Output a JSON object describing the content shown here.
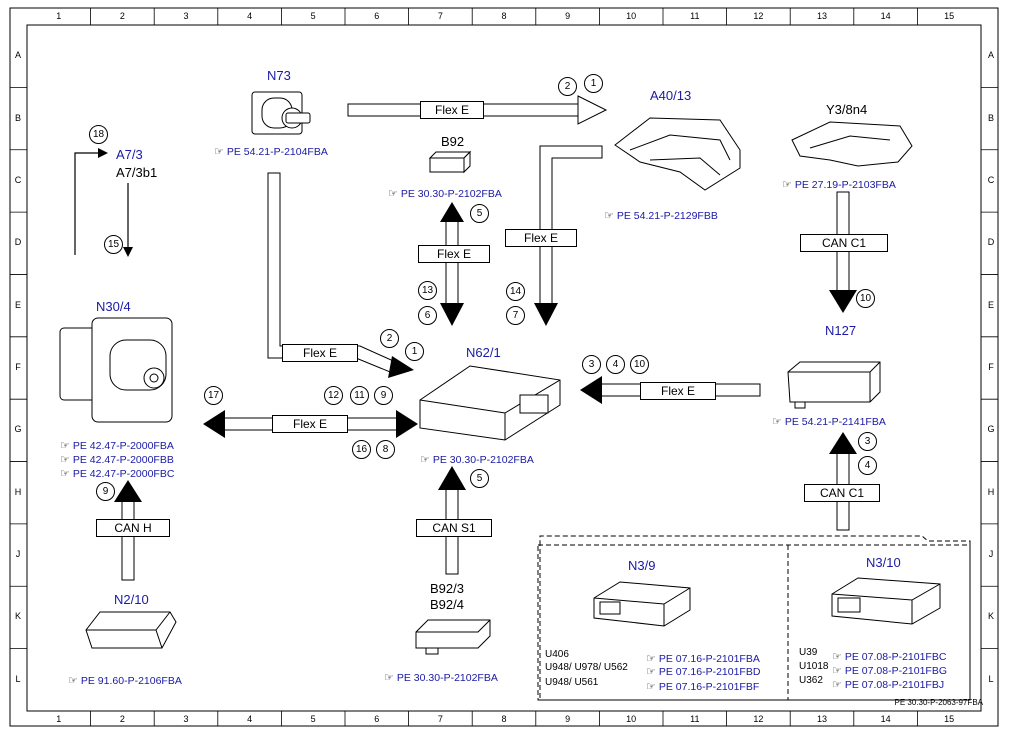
{
  "grid": {
    "cols": [
      "1",
      "2",
      "3",
      "4",
      "5",
      "6",
      "7",
      "8",
      "9",
      "10",
      "11",
      "12",
      "13",
      "14",
      "15"
    ],
    "rows": [
      "A",
      "B",
      "C",
      "D",
      "E",
      "F",
      "G",
      "H",
      "J",
      "K",
      "L"
    ]
  },
  "footer": "PE 30.30-P-2063-97FBA",
  "hand_icon": "☞",
  "components": {
    "n73": {
      "label": "N73",
      "ref": "PE 54.21-P-2104FBA"
    },
    "a40": {
      "label": "A40/13",
      "ref": "PE 54.21-P-2129FBB"
    },
    "y3": {
      "label": "Y3/8n4",
      "ref": "PE 27.19-P-2103FBA"
    },
    "b92": {
      "label": "B92",
      "ref": "PE 30.30-P-2102FBA"
    },
    "a73": {
      "label": "A7/3",
      "label2": "A7/3b1"
    },
    "n30": {
      "label": "N30/4",
      "refs": [
        "PE 42.47-P-2000FBA",
        "PE 42.47-P-2000FBB",
        "PE 42.47-P-2000FBC"
      ]
    },
    "n62": {
      "label": "N62/1",
      "ref": "PE 30.30-P-2102FBA"
    },
    "n127": {
      "label": "N127",
      "ref": "PE 54.21-P-2141FBA"
    },
    "n210": {
      "label": "N2/10",
      "ref": "PE 91.60-P-2106FBA"
    },
    "b923": {
      "label": "B92/3",
      "label2": "B92/4",
      "ref": "PE 30.30-P-2102FBA"
    },
    "n39": {
      "label": "N3/9",
      "rows": [
        {
          "code": "U406",
          "ref": "PE 07.16-P-2101FBA"
        },
        {
          "code": "U948/ U978/ U562",
          "ref": "PE 07.16-P-2101FBD"
        },
        {
          "code": "U948/ U561",
          "ref": "PE 07.16-P-2101FBF"
        }
      ]
    },
    "n310": {
      "label": "N3/10",
      "rows": [
        {
          "code": "U39",
          "ref": "PE 07.08-P-2101FBC"
        },
        {
          "code": "U1018",
          "ref": "PE 07.08-P-2101FBG"
        },
        {
          "code": "U362",
          "ref": "PE 07.08-P-2101FBJ"
        }
      ]
    }
  },
  "buses": {
    "flex_top": "Flex E",
    "flex_b92": "Flex E",
    "flex_a40": "Flex E",
    "flex_n73": "Flex E",
    "flex_n30": "Flex E",
    "flex_n127": "Flex E",
    "can_c1_top": "CAN C1",
    "can_c1_bot": "CAN C1",
    "can_h": "CAN H",
    "can_s1": "CAN S1"
  },
  "circles": {
    "c18": "18",
    "c15": "15",
    "c2a": "2",
    "c1a": "1",
    "c5a": "5",
    "c13": "13",
    "c6": "6",
    "c14": "14",
    "c7": "7",
    "c10a": "10",
    "c2b": "2",
    "c1b": "1",
    "c3a": "3",
    "c4a": "4",
    "c10b": "10",
    "c17": "17",
    "c12": "12",
    "c11": "11",
    "c9a": "9",
    "c16": "16",
    "c8": "8",
    "c3b": "3",
    "c4b": "4",
    "c9b": "9",
    "c5b": "5"
  }
}
